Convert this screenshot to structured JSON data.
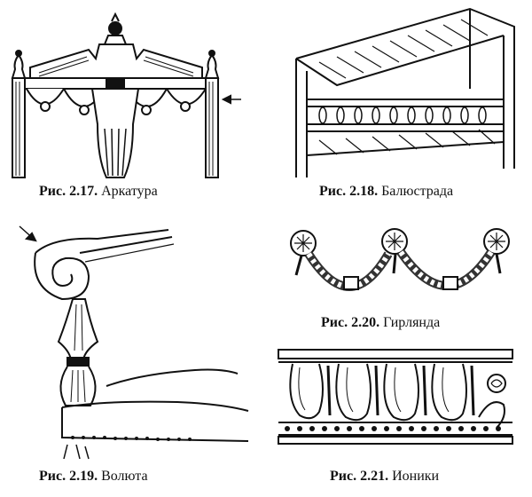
{
  "figures": [
    {
      "num": "Рис. 2.17.",
      "title": "Аркатура"
    },
    {
      "num": "Рис. 2.18.",
      "title": "Балюстрада"
    },
    {
      "num": "Рис. 2.19.",
      "title": "Волюта"
    },
    {
      "num": "Рис. 2.20.",
      "title": "Гирлянда"
    },
    {
      "num": "Рис. 2.21.",
      "title": "Ионики"
    }
  ]
}
